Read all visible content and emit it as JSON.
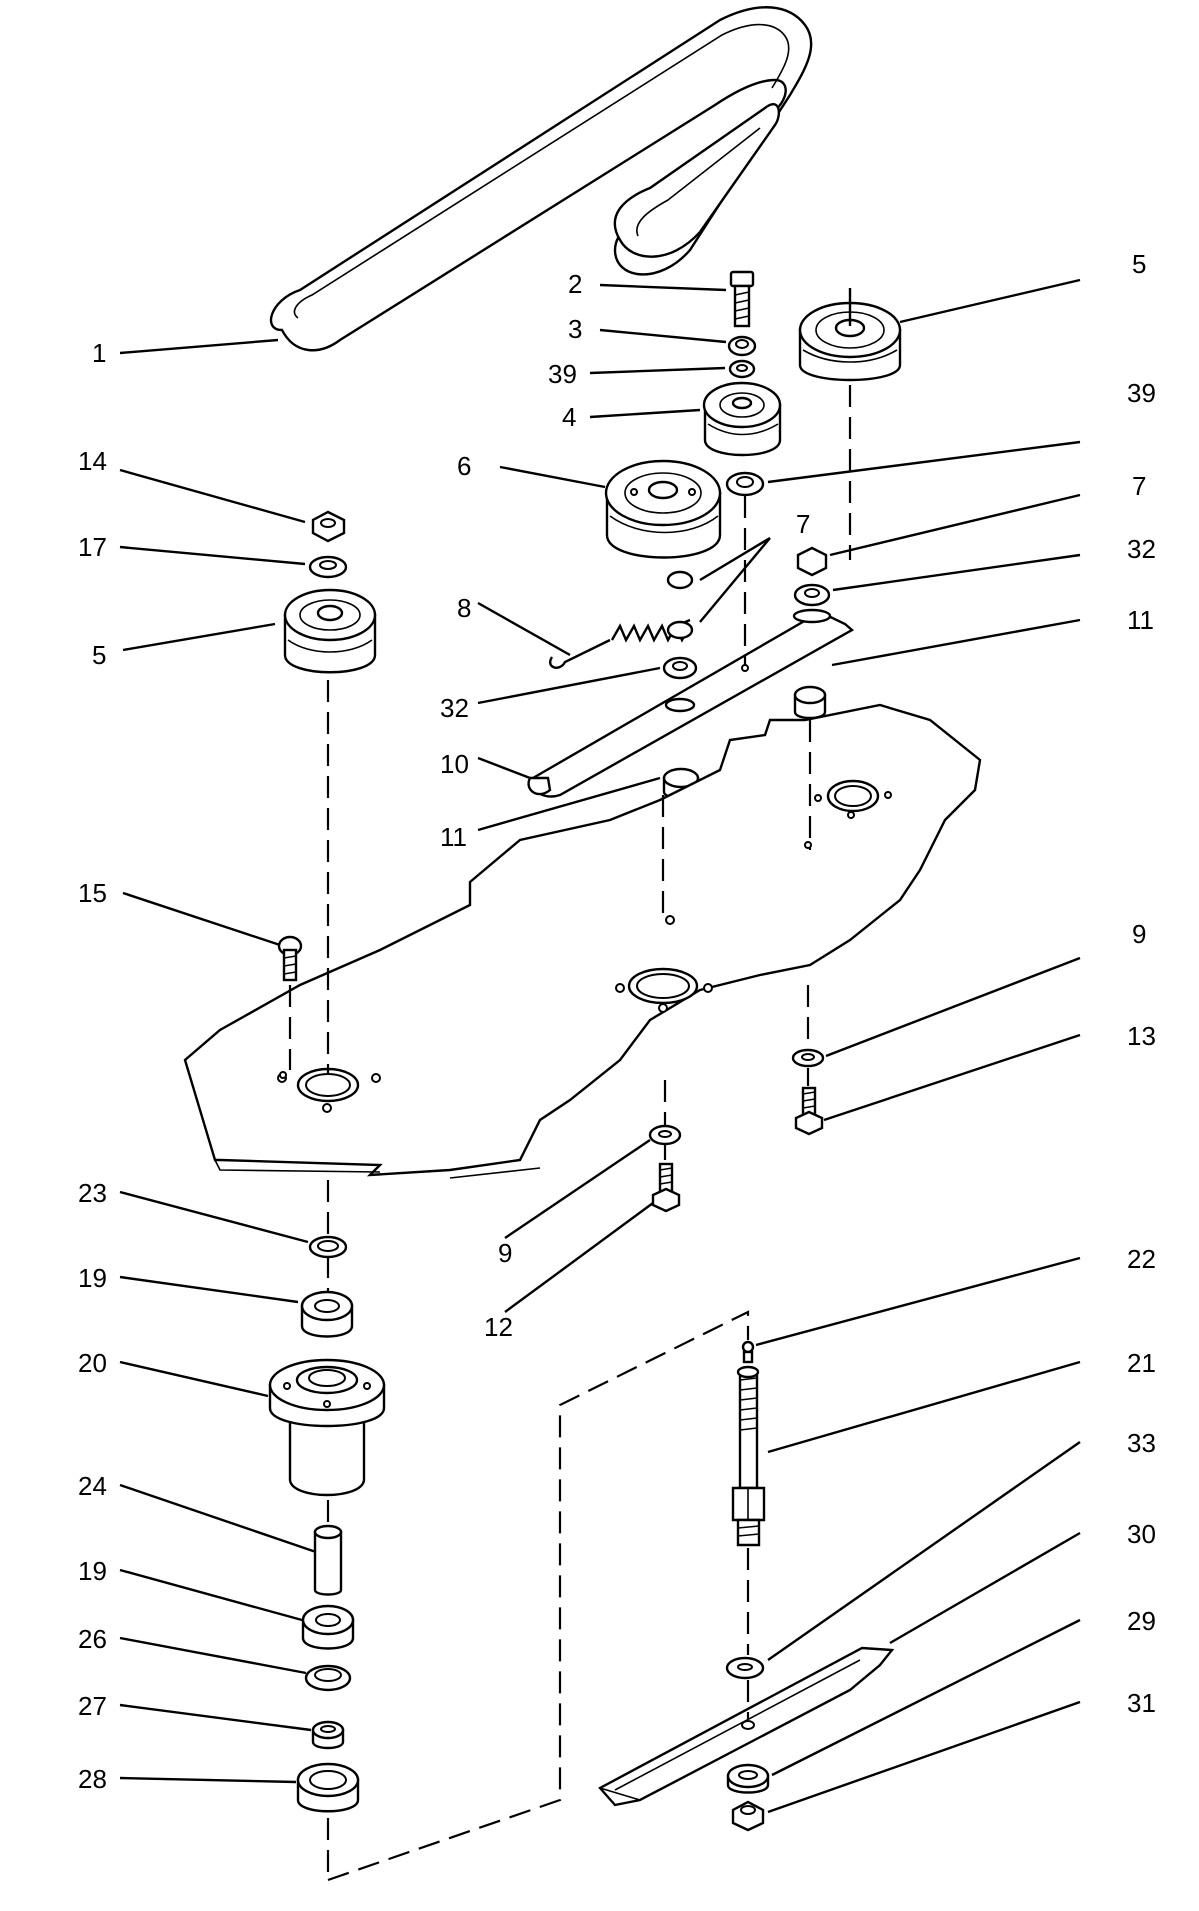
{
  "labels": [
    {
      "id": "l1",
      "text": "1"
    },
    {
      "id": "l2",
      "text": "2"
    },
    {
      "id": "l3",
      "text": "3"
    },
    {
      "id": "l39a",
      "text": "39"
    },
    {
      "id": "l4",
      "text": "4"
    },
    {
      "id": "l5a",
      "text": "5"
    },
    {
      "id": "l39b",
      "text": "39"
    },
    {
      "id": "l6",
      "text": "6"
    },
    {
      "id": "l14",
      "text": "14"
    },
    {
      "id": "l17",
      "text": "17"
    },
    {
      "id": "l5b",
      "text": "5"
    },
    {
      "id": "l7a",
      "text": "7"
    },
    {
      "id": "l7b",
      "text": "7"
    },
    {
      "id": "l32a",
      "text": "32"
    },
    {
      "id": "l8",
      "text": "8"
    },
    {
      "id": "l11a",
      "text": "11"
    },
    {
      "id": "l32b",
      "text": "32"
    },
    {
      "id": "l10",
      "text": "10"
    },
    {
      "id": "l11b",
      "text": "11"
    },
    {
      "id": "l15",
      "text": "15"
    },
    {
      "id": "l9a",
      "text": "9"
    },
    {
      "id": "l13",
      "text": "13"
    },
    {
      "id": "l23",
      "text": "23"
    },
    {
      "id": "l9b",
      "text": "9"
    },
    {
      "id": "l19a",
      "text": "19"
    },
    {
      "id": "l12",
      "text": "12"
    },
    {
      "id": "l22",
      "text": "22"
    },
    {
      "id": "l20",
      "text": "20"
    },
    {
      "id": "l21",
      "text": "21"
    },
    {
      "id": "l33",
      "text": "33"
    },
    {
      "id": "l24",
      "text": "24"
    },
    {
      "id": "l30",
      "text": "30"
    },
    {
      "id": "l19b",
      "text": "19"
    },
    {
      "id": "l29",
      "text": "29"
    },
    {
      "id": "l26",
      "text": "26"
    },
    {
      "id": "l27",
      "text": "27"
    },
    {
      "id": "l31",
      "text": "31"
    },
    {
      "id": "l28",
      "text": "28"
    }
  ]
}
